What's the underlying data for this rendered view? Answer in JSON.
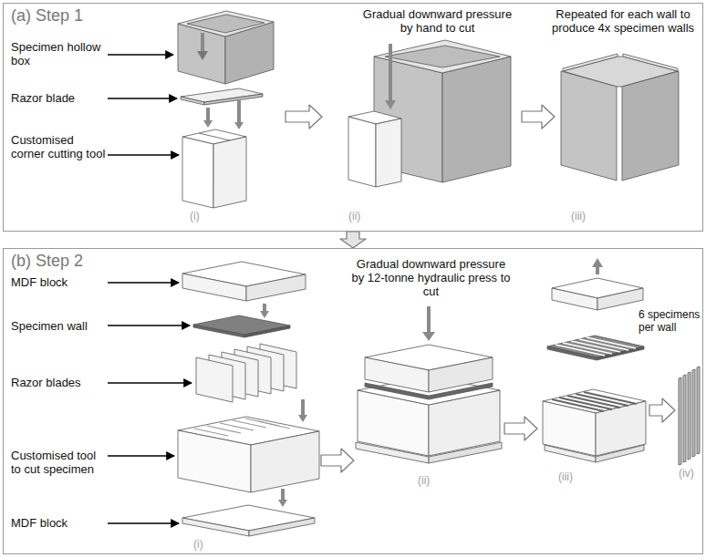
{
  "diagram": {
    "nodes": [
      {
        "text": [
          "(a) Step 1"
        ]
      },
      {
        "text": [
          "(b) Step 2"
        ]
      }
    ],
    "edges": [
      {
        "from": 0,
        "to": 1,
        "arrow": "to"
      }
    ],
    "labels": [
      "Specimen hollow box",
      "Razor blade",
      "Customised corner cutting tool",
      "(i)",
      "Gradual downward pressure by hand to cut",
      "(ii)",
      "Repeated for each wall to produce 4x specimen walls",
      "(iii)",
      "MDF block",
      "Specimen wall",
      "Razor blades",
      "Customised tool to cut specimen",
      "MDF block",
      "(i)",
      "Gradual downward pressure by 12-tonne hydraulic press to cut",
      "(ii)",
      "(iii)",
      "6 specimens per wall",
      "(iv)"
    ]
  }
}
